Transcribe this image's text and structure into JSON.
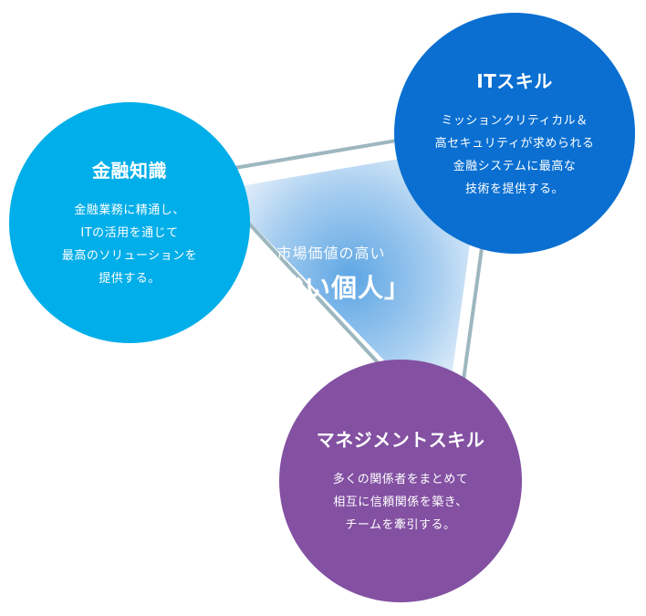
{
  "center": {
    "subtitle": "市場価値の高い",
    "title": "「強い個人」"
  },
  "circles": {
    "it": {
      "title": "ITスキル",
      "lines": [
        "ミッションクリティカル＆",
        "高セキュリティが求められる",
        "金融システムに最高な",
        "技術を提供する。"
      ],
      "color": "#0a6fd1"
    },
    "finance": {
      "title": "金融知識",
      "lines": [
        "金融業務に精通し、",
        "ITの活用を通じて",
        "最高のソリューションを",
        "提供する。"
      ],
      "color": "#00aee9"
    },
    "management": {
      "title": "マネジメントスキル",
      "lines": [
        "多くの関係者をまとめて",
        "相互に信頼関係を築き、",
        "チームを牽引する。"
      ],
      "color": "#8350a2"
    }
  }
}
